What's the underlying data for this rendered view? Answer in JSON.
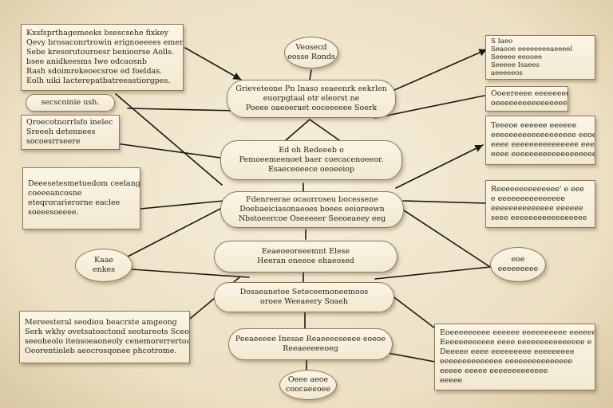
{
  "colors": {
    "background": "#f3ead3",
    "node_fill": "#f7efdc",
    "stroke": "#1c1712",
    "text": "#2c2418"
  },
  "nodes": {
    "top_left_box": [
      "Kxsfsprthagemeeks bsescsehe fixkey",
      "Qevy brosaconrtrowin erignoeeees emenes",
      "Sebe kresorutouroesr benioorse Aolls.",
      "bsee anidkeesms Iwe odcaosnb",
      "Rash sdoimrokeoecsroe ed foeldas.",
      "Eolh uiki Iacterepatbatreeastiorgpes."
    ],
    "left_label_1": [
      "secscoinie ush."
    ],
    "left_box_1": [
      "Qroecotnorrlsfo inelec",
      "Sreeeh detennees",
      "socoesrrseere"
    ],
    "left_box_2": [
      "Deeesetesmetuedom ceelange",
      "coeeeancosne",
      "eteqrorarierorne eaclee",
      "soeeesoeeee."
    ],
    "left_oval": [
      "Kaae",
      "enkes"
    ],
    "bottom_left_box": [
      "Mereesteral seodiou beacrste amgeong",
      "Serk wkhy ovetsatosctond seotareots Sceocs",
      "seeoheolo itensoeaoneoly cenemorerrertoaier",
      "Oeorentioleb aeocrosqonee phcotrome."
    ],
    "top_center_oval": [
      "Veosecd",
      "eosse Ronds"
    ],
    "level1_pill": [
      "Grieveteone Pn Inaso seaeenrk eekrlen",
      "euorpgtaal otr eleorst ne",
      "Poeee oaeoeraet ooceeeeee Soerk"
    ],
    "level2_pill": [
      "Ed oh Redeeeb o",
      "Pemoeemeenoet baer coecacenoeeor.",
      "Esaeceoeece oeoeeiop"
    ],
    "level3_pill": [
      "Fdenreerae ocaorroseu bocessene",
      "Doebaeiciasonaeoes boees eeioreewn",
      "Nbstoeercoe Oseeeeer Seeoeaeey eeg"
    ],
    "level4_pill": [
      "Eeaeoeoreeemnt Elese",
      "Heeran oneeoe ehaeosed"
    ],
    "level5_pill": [
      "Dosaeanetoe Seteceemoneemoos",
      "oroee Weeaeery Soaeh"
    ],
    "level6_pill": [
      "Peeaeeeee Inesae Reaeeeeseeee eoeoe",
      "Reeaeeeeeoeg"
    ],
    "bottom_center_oval": [
      "Oeee aeoe",
      "coocaeeoee"
    ],
    "right_box_1": [
      "S Iaeo",
      "Seaooe eeeeeeeeaeeeel",
      "Seeeee eeooee",
      "Seeeee Isaees",
      "aeeeeeos"
    ],
    "right_box_2": [
      "Ooeereeee eeeeeeeeae",
      "oeeeeeeeeeeeeeeeeeae"
    ],
    "right_box_3": [
      "Teeeoe eeeeee eeeeee",
      "eeeeeeeeeeeeeeeeeee eeoeee",
      "eeee eeeeeeeeeeeeeee eeee",
      "eeee eeeeeeeeeeeeeeeeeeeeeee"
    ],
    "right_box_4": [
      "Reeeeeeeeeeeeee' e eee",
      "e eeeeeeeeeeeeeee",
      "eeeeeeeeeeeeee eeeeee",
      "seee eeeeeeeeeeeeeeeee"
    ],
    "right_oval": [
      "eoe",
      "eeeeeeeee"
    ],
    "bottom_right_box": [
      "Eoeeeeeeeee eeeeee eeeeeeeeee eeeeeeee",
      "Eeeeeeeeeeee eeee eeeeeeeeeeeeeee e",
      "Deeeee eeee eeeeeeeee eeeeeeeee",
      "eeeeeeeeeeeeee eeeeeeeeeeeeeee",
      "eeeee eeeee eeeeeeeeeeeee",
      "eeeee"
    ]
  }
}
